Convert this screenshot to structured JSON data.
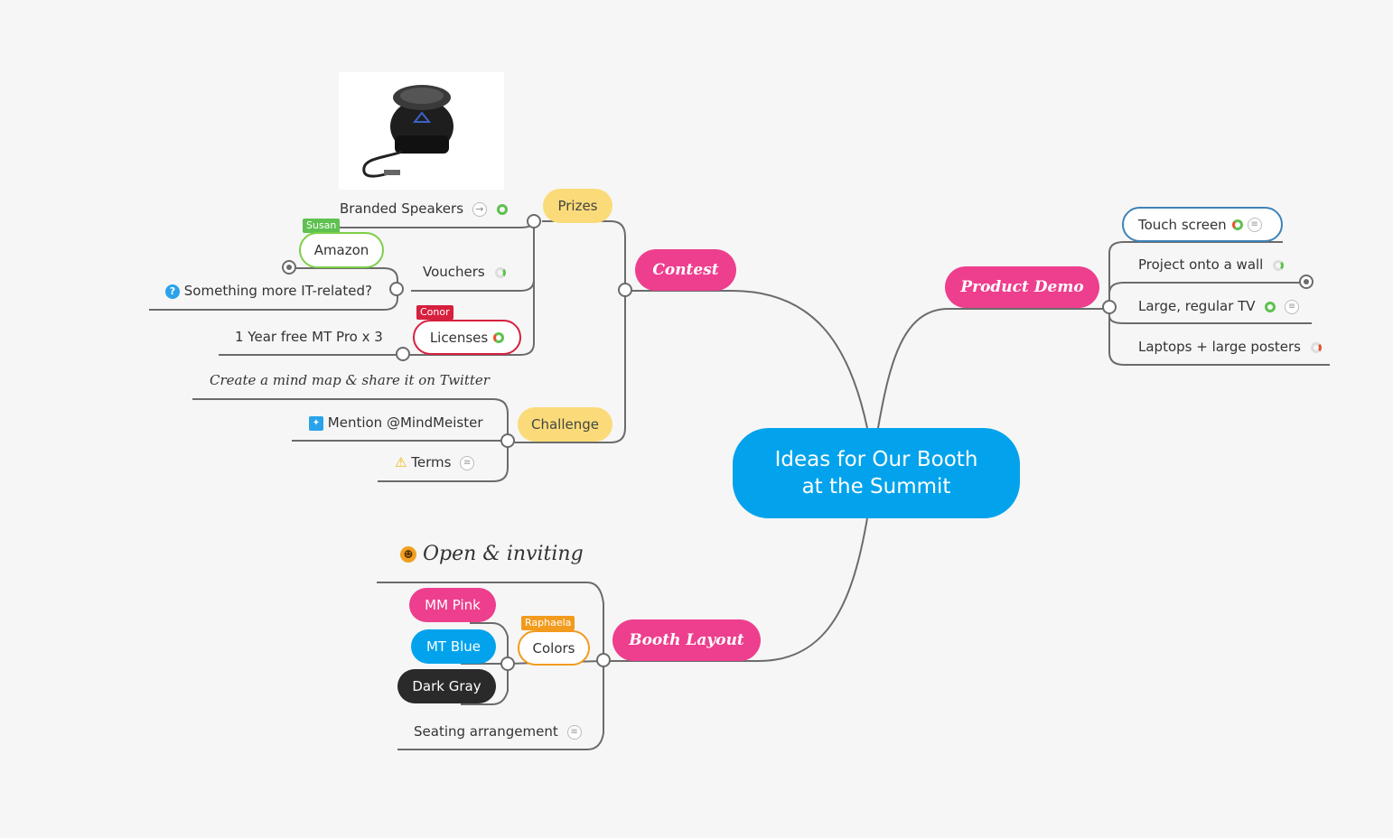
{
  "map_title": {
    "line1": "Ideas for Our Booth",
    "line2": "at the Summit"
  },
  "colors": {
    "root": "#02a3ec",
    "main": "#ed3f8e",
    "yellow": "#fbdb79",
    "connector": "#6b6b6b"
  },
  "contest": {
    "label": "Contest",
    "prizes": {
      "label": "Prizes",
      "image_icon": "speaker-image",
      "branded_speakers": {
        "label": "Branded Speakers",
        "progress": 100
      },
      "vouchers": {
        "label": "Vouchers",
        "progress": 25,
        "amazon": {
          "label": "Amazon",
          "assignee": "Susan"
        },
        "it_related": {
          "label": "Something more IT-related?",
          "icon": "question-icon"
        }
      },
      "licenses": {
        "label": "Licenses",
        "assignee": "Conor",
        "progress": 75,
        "detail": {
          "label": "1 Year free MT Pro x 3"
        }
      }
    },
    "challenge": {
      "label": "Challenge",
      "create_map": {
        "label": "Create a mind map & share it on Twitter"
      },
      "mention": {
        "label": "Mention @MindMeister",
        "icon": "twitter-icon"
      },
      "terms": {
        "label": "Terms",
        "icon": "warning-icon"
      }
    }
  },
  "product_demo": {
    "label": "Product Demo",
    "touch_screen": {
      "label": "Touch screen",
      "progress": 75
    },
    "project_wall": {
      "label": "Project onto a wall",
      "progress": 25
    },
    "large_tv": {
      "label": "Large, regular TV",
      "progress": 100
    },
    "laptops": {
      "label": "Laptops + large posters",
      "progress": 25
    }
  },
  "booth_layout": {
    "label": "Booth Layout",
    "open_inviting": {
      "label": "Open & inviting",
      "icon": "smiley-icon"
    },
    "colors": {
      "label": "Colors",
      "assignee": "Raphaela",
      "mm_pink": {
        "label": "MM Pink",
        "color": "#ed3f8e"
      },
      "mt_blue": {
        "label": "MT Blue",
        "color": "#02a3ec"
      },
      "dark_gray": {
        "label": "Dark Gray",
        "color": "#2a2a2a"
      }
    },
    "seating": {
      "label": "Seating arrangement"
    }
  }
}
